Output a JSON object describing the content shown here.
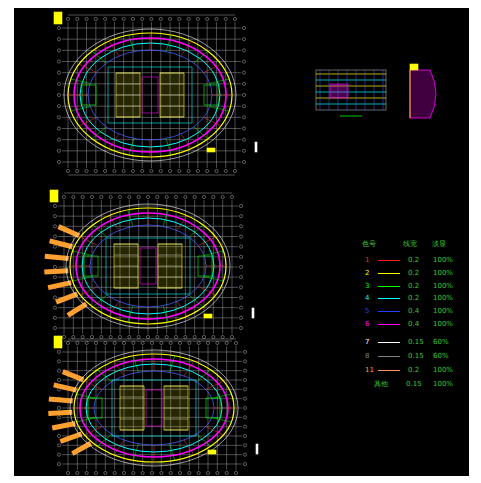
{
  "diagram": {
    "labels": [
      "色号",
      "线宽",
      "淡显",
      "0.2",
      "100%",
      "0.2",
      "100%",
      "0.2",
      "100%",
      "0.2",
      "100%",
      "0.4",
      "100%",
      "0.4",
      "100%",
      "0.15",
      "60%",
      "0.15",
      "60%",
      "0.2",
      "100%",
      "其他",
      "0.15",
      "100%"
    ],
    "legend": [
      {
        "text": "1",
        "color": "#ff2020"
      },
      {
        "text": "2",
        "color": "#ffff00"
      },
      {
        "text": "3",
        "color": "#00ff00"
      },
      {
        "text": "4",
        "color": "#00ffff"
      },
      {
        "text": "5",
        "color": "#2040ff"
      },
      {
        "text": "6",
        "color": "#ff00ff"
      },
      {
        "text": "7",
        "color": "#ffffff"
      },
      {
        "text": "8",
        "color": "#808080"
      },
      {
        "text": "11",
        "color": "#ff9060"
      }
    ]
  }
}
